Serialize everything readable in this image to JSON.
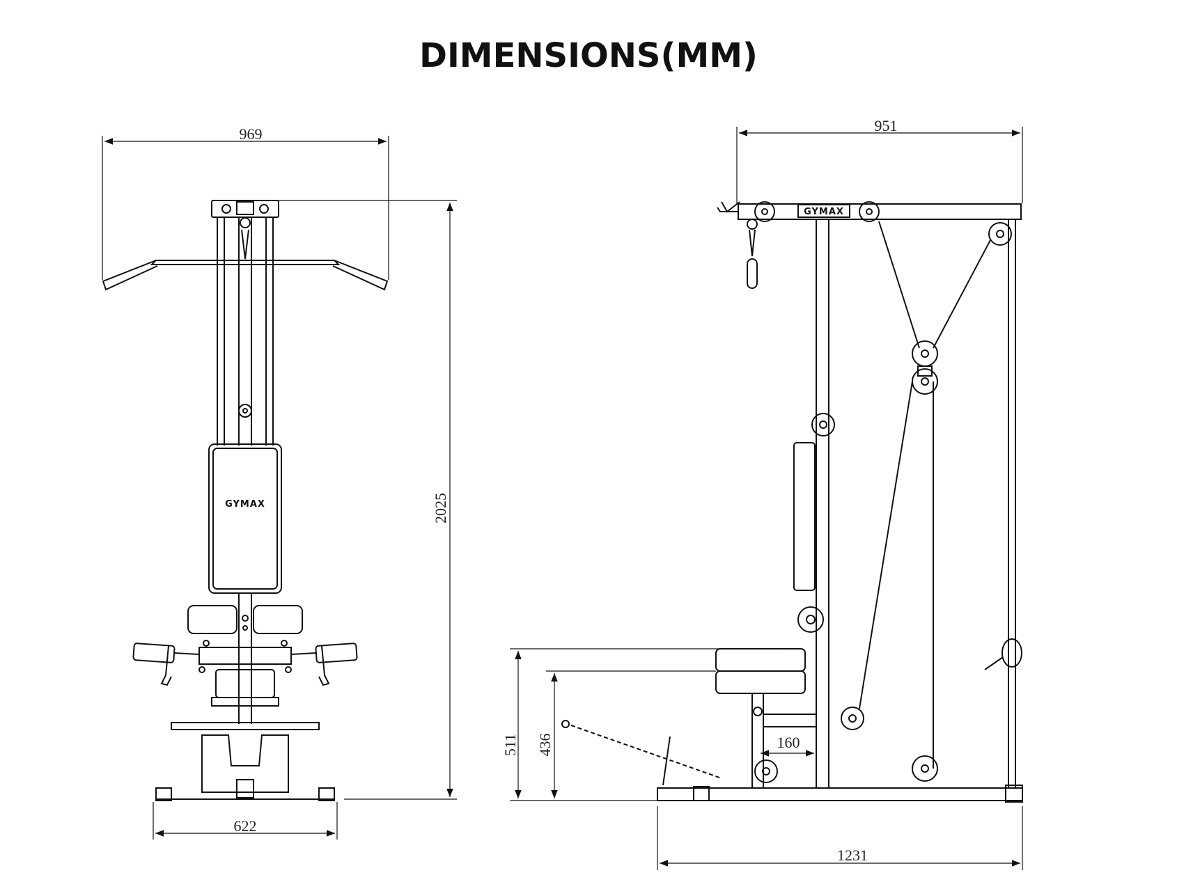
{
  "title": "DIMENSIONS(MM)",
  "brand": "GYMAX",
  "dimensions": {
    "front_top_width": "969",
    "front_height": "2025",
    "front_base_width": "622",
    "side_top_width": "951",
    "side_base_length": "1231",
    "seat_height_max": "511",
    "seat_height_min": "436",
    "seat_offset": "160"
  },
  "colors": {
    "line": "#111111",
    "background": "#ffffff"
  }
}
